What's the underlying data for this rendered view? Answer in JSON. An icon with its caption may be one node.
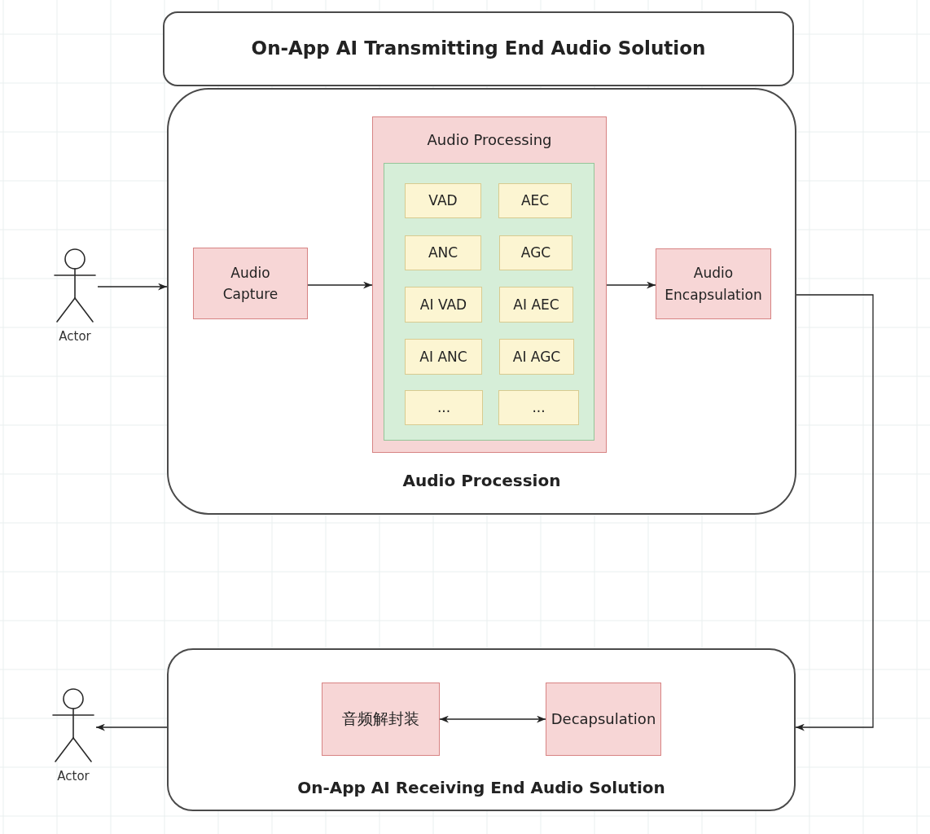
{
  "diagram": {
    "nodes": [
      {
        "text": [
          "On-App AI Transmitting End Audio Solution"
        ]
      },
      {
        "text": [
          "Actor"
        ]
      },
      {
        "text": [
          "Audio Procession"
        ]
      },
      {
        "text": [
          "Audio Capture"
        ],
        "in": 2
      },
      {
        "text": [
          "Audio Processing"
        ],
        "in": 2
      },
      {
        "text": [],
        "shape": "box",
        "in": 4
      },
      {
        "text": [
          "VAD"
        ],
        "in": 5
      },
      {
        "text": [
          "AEC"
        ],
        "in": 5
      },
      {
        "text": [
          "ANC"
        ],
        "in": 5
      },
      {
        "text": [
          "AGC"
        ],
        "in": 5
      },
      {
        "text": [
          "AI VAD"
        ],
        "in": 5
      },
      {
        "text": [
          "AI AEC"
        ],
        "in": 5
      },
      {
        "text": [
          "AI ANC"
        ],
        "in": 5
      },
      {
        "text": [
          "AI AGC"
        ],
        "in": 5
      },
      {
        "text": [
          "..."
        ],
        "in": 5
      },
      {
        "text": [
          "..."
        ],
        "in": 5
      },
      {
        "text": [
          "Audio Encapsulation"
        ],
        "in": 2
      },
      {
        "text": [
          "Actor"
        ]
      },
      {
        "text": [
          "On-App AI Receiving End Audio Solution"
        ]
      },
      {
        "text": [
          "音频解封装"
        ],
        "in": 18
      },
      {
        "text": [
          "Decapsulation"
        ],
        "in": 18
      }
    ],
    "edges": [
      {
        "from": 1,
        "to": 2,
        "arrow": "to"
      },
      {
        "from": 3,
        "to": 4,
        "arrow": "to"
      },
      {
        "from": 4,
        "to": 16,
        "arrow": "to"
      },
      {
        "from": 2,
        "to": 18,
        "arrow": "to"
      },
      {
        "from": 19,
        "to": 20,
        "arrow": "both"
      },
      {
        "from": 18,
        "to": 17,
        "arrow": "to"
      }
    ]
  }
}
